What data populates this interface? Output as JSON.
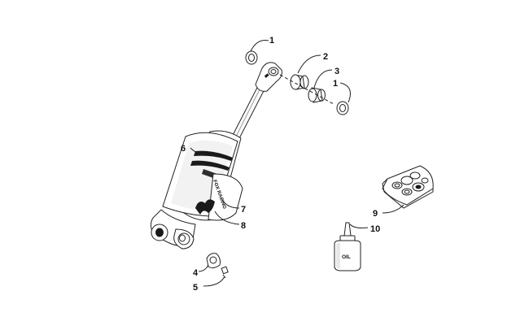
{
  "callouts": {
    "c1a": "1",
    "c2": "2",
    "c3": "3",
    "c1b": "1",
    "c6": "6",
    "c7": "7",
    "c8": "8",
    "c9": "9",
    "c10": "10",
    "c4": "4",
    "c5": "5"
  },
  "decal": {
    "brand_text": "FOX RACING"
  },
  "oil_bottle": {
    "label": "OIL"
  }
}
